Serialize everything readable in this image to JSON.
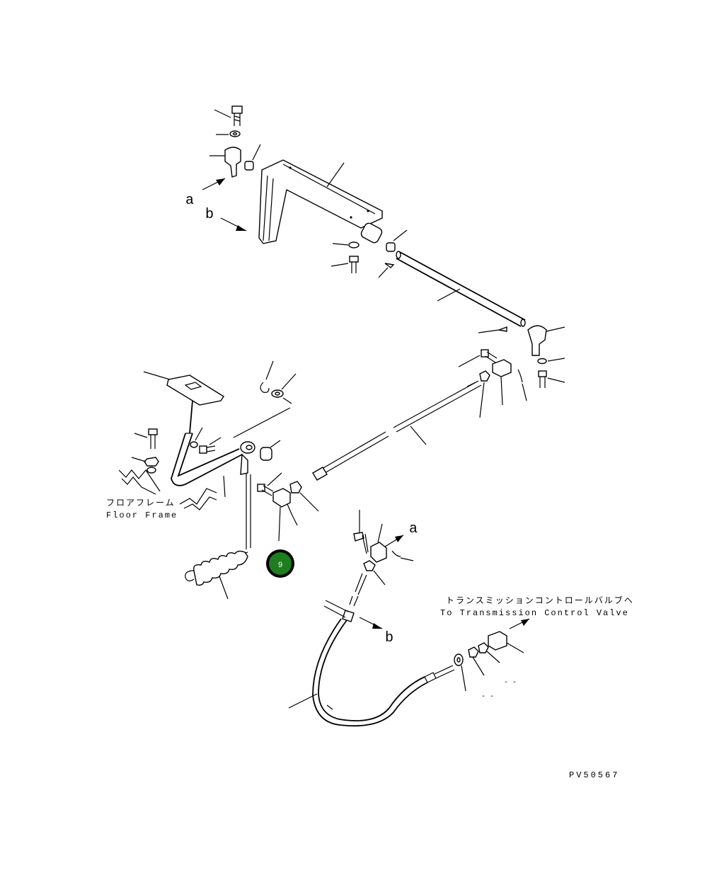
{
  "labels": {
    "ref_a_top": "a",
    "ref_b_top": "b",
    "ref_a_bottom": "a",
    "ref_b_bottom": "b"
  },
  "floor_frame": {
    "jp": "フロアフレーム",
    "en": "Floor Frame"
  },
  "transmission": {
    "jp": "トランスミッションコントロールバルブヘ",
    "en": "To Transmission Control Valve"
  },
  "dash_marks": [
    "- -",
    "- -"
  ],
  "drawing_code": "PV50567",
  "bubble": {
    "text": "9",
    "color": "#1e7d1e",
    "ring_color": "#000000"
  }
}
